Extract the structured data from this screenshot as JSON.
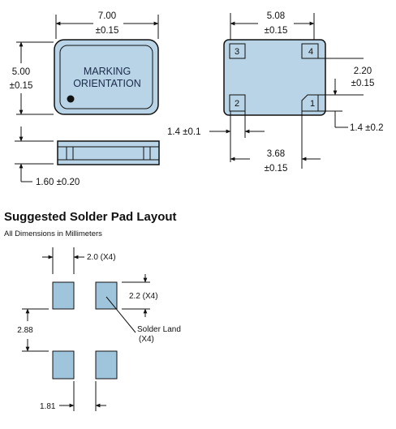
{
  "package": {
    "width_value": "7.00",
    "width_tol": "±0.15",
    "height_value": "5.00",
    "height_tol": "±0.15",
    "marking_line1": "MARKING",
    "marking_line2": "ORIENTATION",
    "thickness": "1.60 ±0.20"
  },
  "bottom_view": {
    "pitch_x_value": "5.08",
    "pitch_x_tol": "±0.15",
    "pitch_y_value": "2.20",
    "pitch_y_tol": "±0.15",
    "pad_w": "1.4 ±0.1",
    "pad_h": "1.4 ±0.2",
    "inner_value": "3.68",
    "inner_tol": "±0.15",
    "pins": [
      "3",
      "4",
      "2",
      "1"
    ]
  },
  "solder": {
    "title": "Suggested Solder Pad Layout",
    "subtitle": "All Dimensions in Millimeters",
    "pad_w": "2.0 (X4)",
    "pad_h": "2.2 (X4)",
    "land_line1": "Solder Land",
    "land_line2": "(X4)",
    "pitch_y": "2.88",
    "pitch_x": "1.81"
  },
  "colors": {
    "body_fill": "#b8d4e6",
    "pad_fill": "#9fc5dd",
    "outline": "#111111"
  }
}
